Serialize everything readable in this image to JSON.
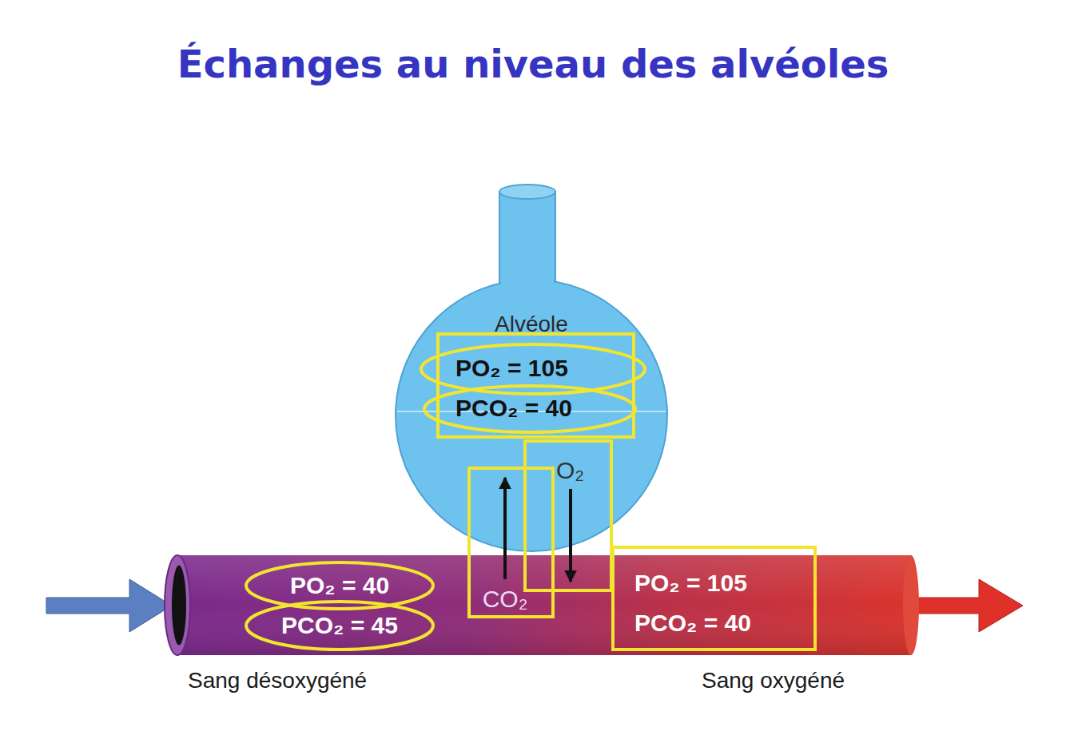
{
  "diagram": {
    "title": "Échanges au niveau des alvéoles",
    "nodes": [
      {
        "text": [
          "Alvéole",
          "PO₂ = 105",
          "PCO₂ = 40"
        ]
      },
      {
        "text": [
          "Sang désoxygéné",
          "Sang oxygéné"
        ]
      },
      {
        "text": [
          "PO₂ = 40",
          "PCO₂ = 45"
        ],
        "in": 1
      },
      {
        "text": [
          "PO₂ = 105",
          "PCO₂ = 40"
        ],
        "in": 1
      }
    ],
    "edges": [
      {
        "from": 1,
        "to": 0,
        "arrow": "to",
        "label": "CO₂"
      },
      {
        "from": 0,
        "to": 1,
        "arrow": "to",
        "label": "O₂"
      }
    ]
  }
}
